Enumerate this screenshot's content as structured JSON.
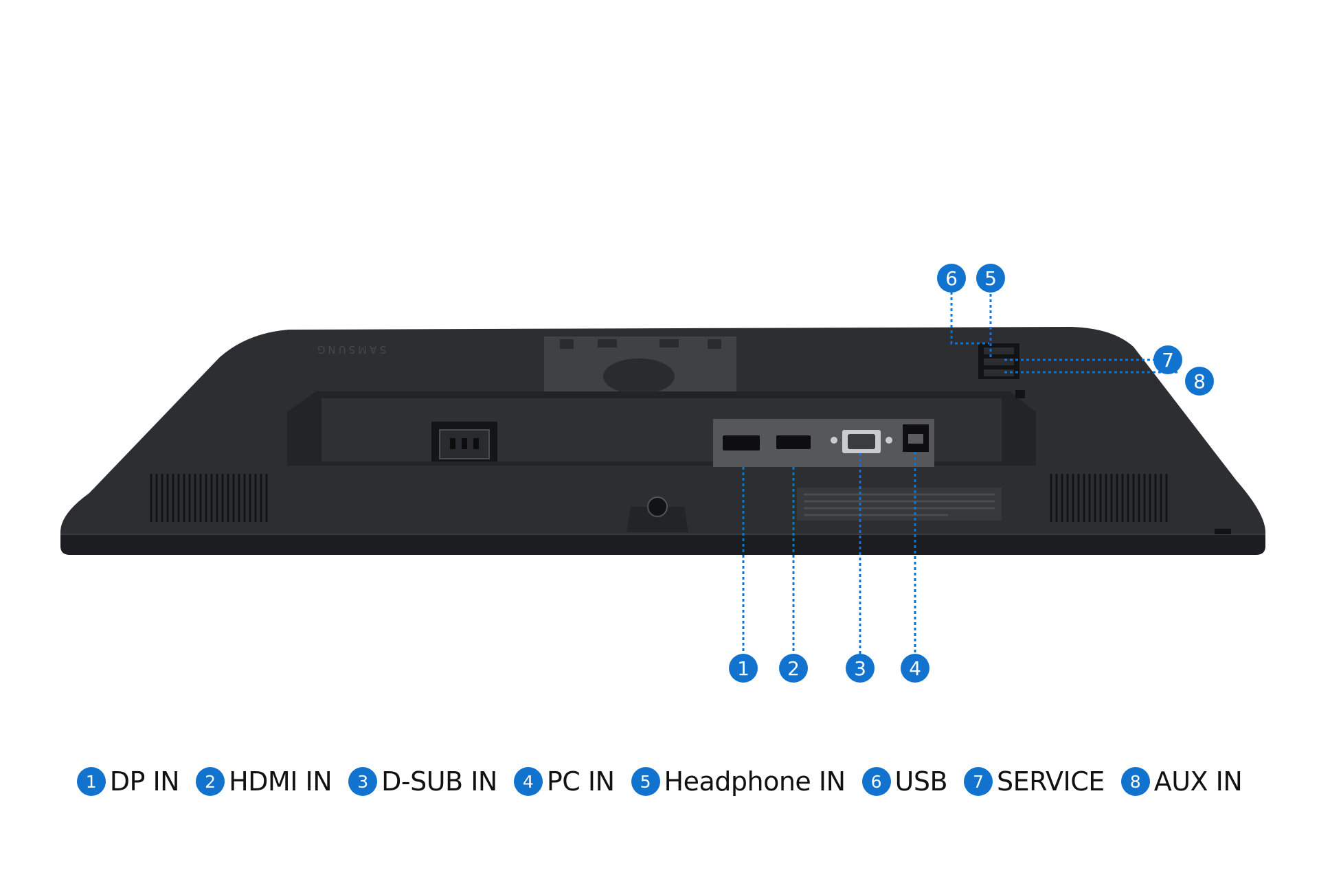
{
  "brand_mark": "SAMSUNG",
  "colors": {
    "accent": "#1273cf",
    "body": "#2c2e31",
    "body_dark": "#1f2023",
    "background": "#ffffff"
  },
  "ports": [
    {
      "number": "1",
      "label": "DP IN"
    },
    {
      "number": "2",
      "label": "HDMI IN"
    },
    {
      "number": "3",
      "label": "D-SUB IN"
    },
    {
      "number": "4",
      "label": "PC IN"
    },
    {
      "number": "5",
      "label": "Headphone IN"
    },
    {
      "number": "6",
      "label": "USB"
    },
    {
      "number": "7",
      "label": "SERVICE"
    },
    {
      "number": "8",
      "label": "AUX IN"
    }
  ]
}
